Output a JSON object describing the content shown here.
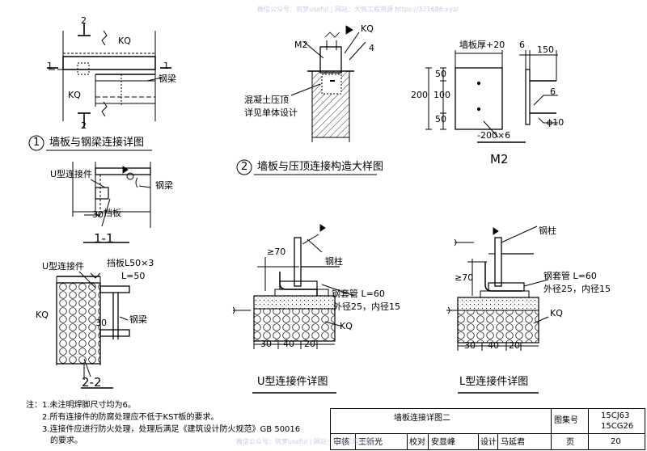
{
  "watermark_top": "微信公众号：筑梦useful | 网站：大筑工程资源 https://321686.xyz/",
  "watermark_bottom": "微信公众号：筑梦useful | 网站：大筑工程资源",
  "detail1": {
    "number": "1",
    "title": "墙板与钢梁连接详图",
    "labels": {
      "section2_top": "2",
      "section2_bottom": "2",
      "section1_left": "1",
      "section1_right": "1",
      "kq_top": "KQ",
      "kq_left": "KQ",
      "steel_beam": "钢梁"
    }
  },
  "detail2": {
    "number": "2",
    "title": "墙板与压顶连接构造大样图",
    "labels": {
      "m2": "M2",
      "kq": "KQ",
      "weld": "4",
      "coping_line1": "混凝土压顶",
      "coping_line2": "详见单体设计"
    }
  },
  "m2": {
    "title": "M2",
    "labels": {
      "width_note": "墙板厚+20",
      "dim_6": "6",
      "dim_150": "150",
      "dim_200": "200",
      "dim_50a": "50",
      "dim_100": "100",
      "dim_50b": "50",
      "plate": "-200×6",
      "bar": "ϕ10",
      "weld": "6"
    }
  },
  "section11": {
    "title": "1-1",
    "labels": {
      "u_connector": "U型连接件",
      "steel_beam": "钢梁",
      "stop_plate": "挡板",
      "dim_30": "30"
    }
  },
  "section22": {
    "title": "2-2",
    "labels": {
      "u_connector": "U型连接件",
      "stop_plate_line1": "挡板L50×3",
      "stop_plate_line2": "L=50",
      "kq": "KQ",
      "steel_beam": "钢梁",
      "dim_30": "30"
    }
  },
  "u_detail": {
    "title": "U型连接件详图",
    "labels": {
      "dim_70": "≥70",
      "column": "钢柱",
      "sleeve_line1": "钢套管 L=60",
      "sleeve_line2": "外径25，内径15",
      "kq": "KQ",
      "dims": [
        "30",
        "40",
        "20"
      ]
    }
  },
  "l_detail": {
    "title": "L型连接件详图",
    "labels": {
      "column": "钢柱",
      "dim_70": "≥70",
      "sleeve_line1": "钢套管 L=60",
      "sleeve_line2": "外径25，内径15",
      "kq": "KQ",
      "dims": [
        "30",
        "40",
        "20"
      ]
    }
  },
  "notes": {
    "heading": "注：",
    "items": [
      "1.未注明焊脚尺寸均为6。",
      "2.所有连接件的防腐处理应不低于KST板的要求。",
      "3.连接件应进行防火处理，处理后满足《建筑设计防火规范》GB 50016",
      "的要求。"
    ]
  },
  "title_block": {
    "drawing_title": "墙板连接详图二",
    "atlas_label": "图集号",
    "atlas_no_1": "15CJ63",
    "atlas_no_2": "15CG26",
    "review_label": "审核",
    "reviewer": "王新光",
    "check_label": "校对",
    "checker": "安显峰",
    "design_label": "设计",
    "designer": "马延君",
    "page_label": "页",
    "page_no": "20"
  }
}
